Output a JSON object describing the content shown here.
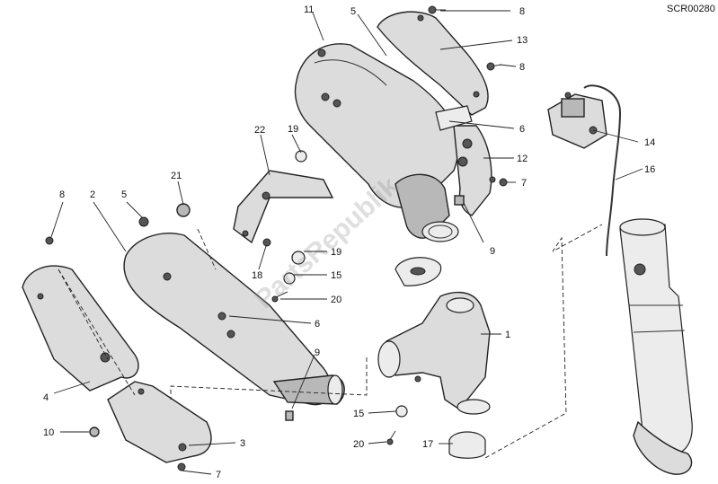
{
  "reference_code": "SCR00280",
  "watermark": "PartsRepublik",
  "callouts": [
    "1",
    "2",
    "3",
    "4",
    "5",
    "6",
    "7",
    "8",
    "9",
    "10",
    "11",
    "12",
    "13",
    "14",
    "15",
    "16",
    "17",
    "18",
    "19",
    "20",
    "21",
    "22"
  ],
  "labels": {
    "c11": "11",
    "c5a": "5",
    "c8a": "8",
    "c13": "13",
    "c8b": "8",
    "c6a": "6",
    "c12": "12",
    "c7a": "7",
    "c9a": "9",
    "c14": "14",
    "c16": "16",
    "c22": "22",
    "c19a": "19",
    "c21": "21",
    "c8c": "8",
    "c2": "2",
    "c5b": "5",
    "c19b": "19",
    "c18": "18",
    "c15a": "15",
    "c20a": "20",
    "c6b": "6",
    "c1": "1",
    "c9b": "9",
    "c4": "4",
    "c10": "10",
    "c3": "3",
    "c7b": "7",
    "c15b": "15",
    "c20b": "20",
    "c17": "17"
  }
}
